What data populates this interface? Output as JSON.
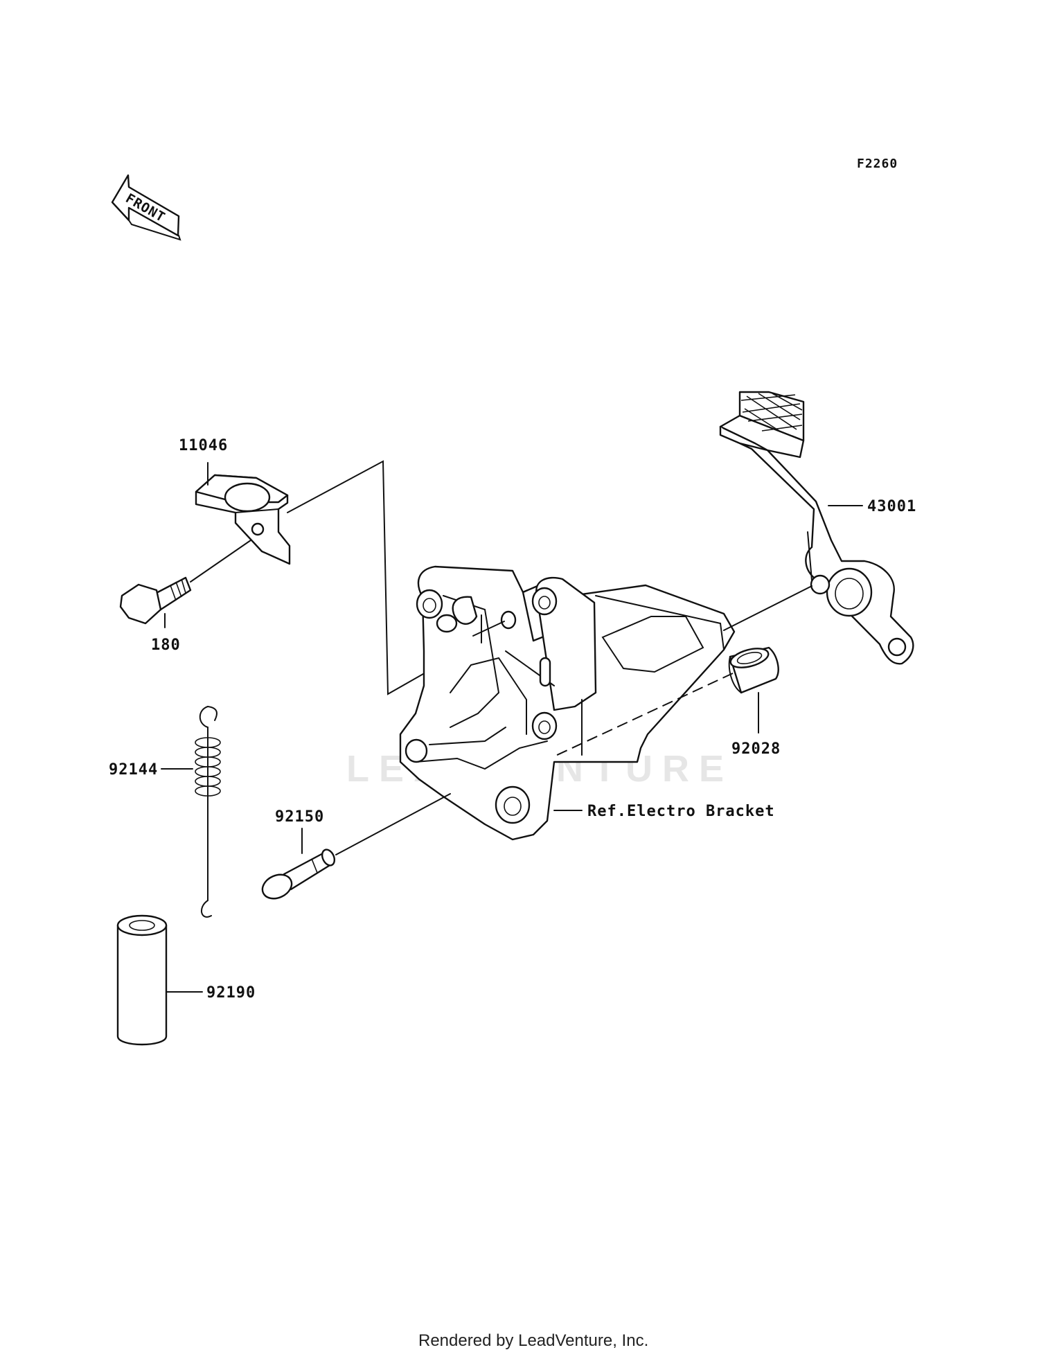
{
  "diagram_code": "F2260",
  "front_label": "FRONT",
  "watermark": "LEADVENTURE",
  "footer": "Rendered by LeadVenture, Inc.",
  "parts": [
    {
      "number": "11046"
    },
    {
      "number": "180"
    },
    {
      "number": "43001"
    },
    {
      "number": "92028"
    },
    {
      "number": "92144"
    },
    {
      "number": "92150"
    },
    {
      "number": "92190"
    }
  ],
  "reference_label": "Ref.Electro Bracket"
}
